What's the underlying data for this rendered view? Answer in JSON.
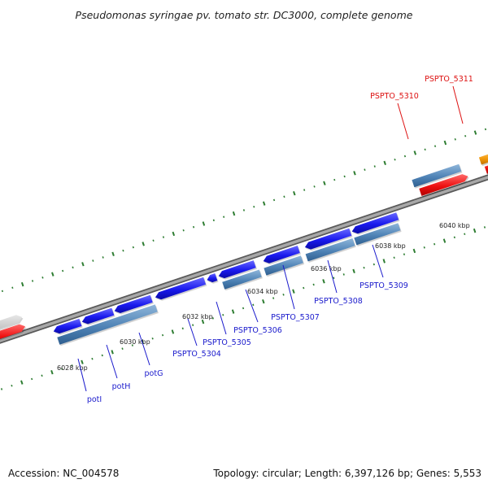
{
  "title": "Pseudomonas syringae pv. tomato str. DC3000, complete genome",
  "footer": {
    "accession": "Accession: NC_004578",
    "summary": "Topology: circular; Length: 6,397,126 bp; Genes: 5,553"
  },
  "colors": {
    "backbone": "#8a8a8a",
    "tick": "#2e7d32",
    "gene_blue": "#1a1aee",
    "gene_steel": "#4f83b6",
    "gene_red": "#ee1111",
    "gene_orange": "#f29a0c",
    "gene_gray": "#c8c8c8",
    "label_blue": "#1a1acc",
    "label_red": "#dd1111"
  },
  "scale": {
    "ticks": [
      "6028 kbp",
      "6030 kbp",
      "6032 kbp",
      "6034 kbp",
      "6036 kbp",
      "6038 kbp",
      "6040 kbp"
    ]
  },
  "genes": [
    {
      "id": "g1",
      "color": "gene_gray",
      "row": "upper_outer",
      "dir": "plus"
    },
    {
      "id": "g2",
      "color": "gene_red",
      "row": "upper_inner",
      "dir": "plus"
    },
    {
      "id": "potI",
      "color": "gene_blue",
      "row": "lower_outer",
      "dir": "minus"
    },
    {
      "id": "potH",
      "color": "gene_blue",
      "row": "lower_outer",
      "dir": "minus"
    },
    {
      "id": "potG",
      "color": "gene_blue",
      "row": "lower_outer",
      "dir": "minus"
    },
    {
      "id": "g_steel_a",
      "color": "gene_steel",
      "row": "lower_inner",
      "dir": "none"
    },
    {
      "id": "PSPTO_5304",
      "color": "gene_blue",
      "row": "lower_outer",
      "dir": "minus"
    },
    {
      "id": "PSPTO_5305",
      "color": "gene_blue",
      "row": "lower_outer",
      "dir": "minus"
    },
    {
      "id": "PSPTO_5306",
      "color": "gene_blue",
      "row": "lower_outer",
      "dir": "minus"
    },
    {
      "id": "g_steel_b",
      "color": "gene_steel",
      "row": "lower_inner",
      "dir": "none"
    },
    {
      "id": "PSPTO_5307",
      "color": "gene_blue",
      "row": "lower_outer",
      "dir": "minus"
    },
    {
      "id": "g_steel_c",
      "color": "gene_steel",
      "row": "lower_inner",
      "dir": "none"
    },
    {
      "id": "PSPTO_5308",
      "color": "gene_blue",
      "row": "lower_outer",
      "dir": "minus"
    },
    {
      "id": "PSPTO_5309",
      "color": "gene_blue",
      "row": "lower_outer",
      "dir": "minus"
    },
    {
      "id": "g_steel_d",
      "color": "gene_steel",
      "row": "lower_inner",
      "dir": "none"
    },
    {
      "id": "g_steel_e",
      "color": "gene_steel",
      "row": "lower_inner",
      "dir": "none"
    },
    {
      "id": "PSPTO_5310",
      "color": "gene_steel",
      "row": "upper_outer",
      "dir": "none"
    },
    {
      "id": "g3",
      "color": "gene_red",
      "row": "upper_inner",
      "dir": "plus"
    },
    {
      "id": "PSPTO_5311",
      "color": "gene_orange",
      "row": "upper_outer",
      "dir": "plus"
    },
    {
      "id": "g4",
      "color": "gene_red",
      "row": "upper_inner",
      "dir": "plus"
    }
  ],
  "gene_labels": [
    {
      "text": "potI",
      "color": "label_blue"
    },
    {
      "text": "potH",
      "color": "label_blue"
    },
    {
      "text": "potG",
      "color": "label_blue"
    },
    {
      "text": "PSPTO_5304",
      "color": "label_blue"
    },
    {
      "text": "PSPTO_5305",
      "color": "label_blue"
    },
    {
      "text": "PSPTO_5306",
      "color": "label_blue"
    },
    {
      "text": "PSPTO_5307",
      "color": "label_blue"
    },
    {
      "text": "PSPTO_5308",
      "color": "label_blue"
    },
    {
      "text": "PSPTO_5309",
      "color": "label_blue"
    },
    {
      "text": "PSPTO_5310",
      "color": "label_red"
    },
    {
      "text": "PSPTO_5311",
      "color": "label_red"
    }
  ]
}
